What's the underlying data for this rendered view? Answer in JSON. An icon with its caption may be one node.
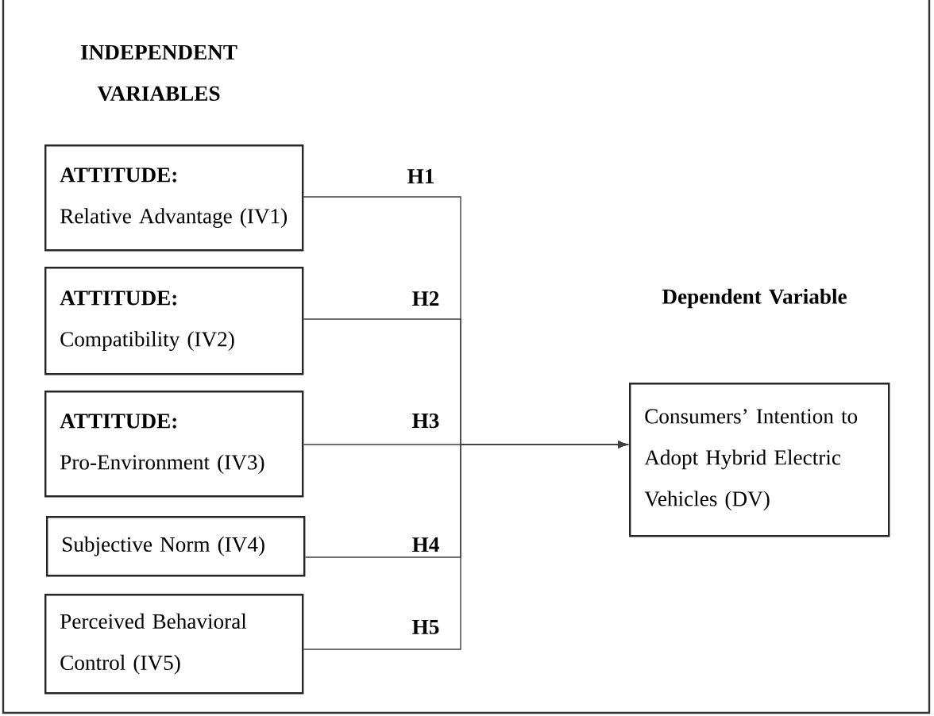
{
  "diagram": {
    "nodes": [
      {
        "text": [
          "ATTITUDE:",
          "Relative Advantage (IV1)"
        ]
      },
      {
        "text": [
          "ATTITUDE:",
          "Compatibility (IV2)"
        ]
      },
      {
        "text": [
          "ATTITUDE:",
          "Pro-Environment (IV3)"
        ]
      },
      {
        "text": [
          "Subjective Norm (IV4)"
        ]
      },
      {
        "text": [
          "Perceived Behavioral Control (IV5)"
        ]
      },
      {
        "text": [
          "Consumers’ Intention to Adopt Hybrid Electric Vehicles (DV)"
        ]
      }
    ],
    "edges": [
      {
        "from": 0,
        "to": 5,
        "arrow": "to",
        "label": "H1"
      },
      {
        "from": 1,
        "to": 5,
        "arrow": "to",
        "label": "H2"
      },
      {
        "from": 2,
        "to": 5,
        "arrow": "to",
        "label": "H3"
      },
      {
        "from": 3,
        "to": 5,
        "arrow": "to",
        "label": "H4"
      },
      {
        "from": 4,
        "to": 5,
        "arrow": "to",
        "label": "H5"
      }
    ],
    "labels": [
      "INDEPENDENT VARIABLES",
      "Dependent Variable"
    ]
  }
}
